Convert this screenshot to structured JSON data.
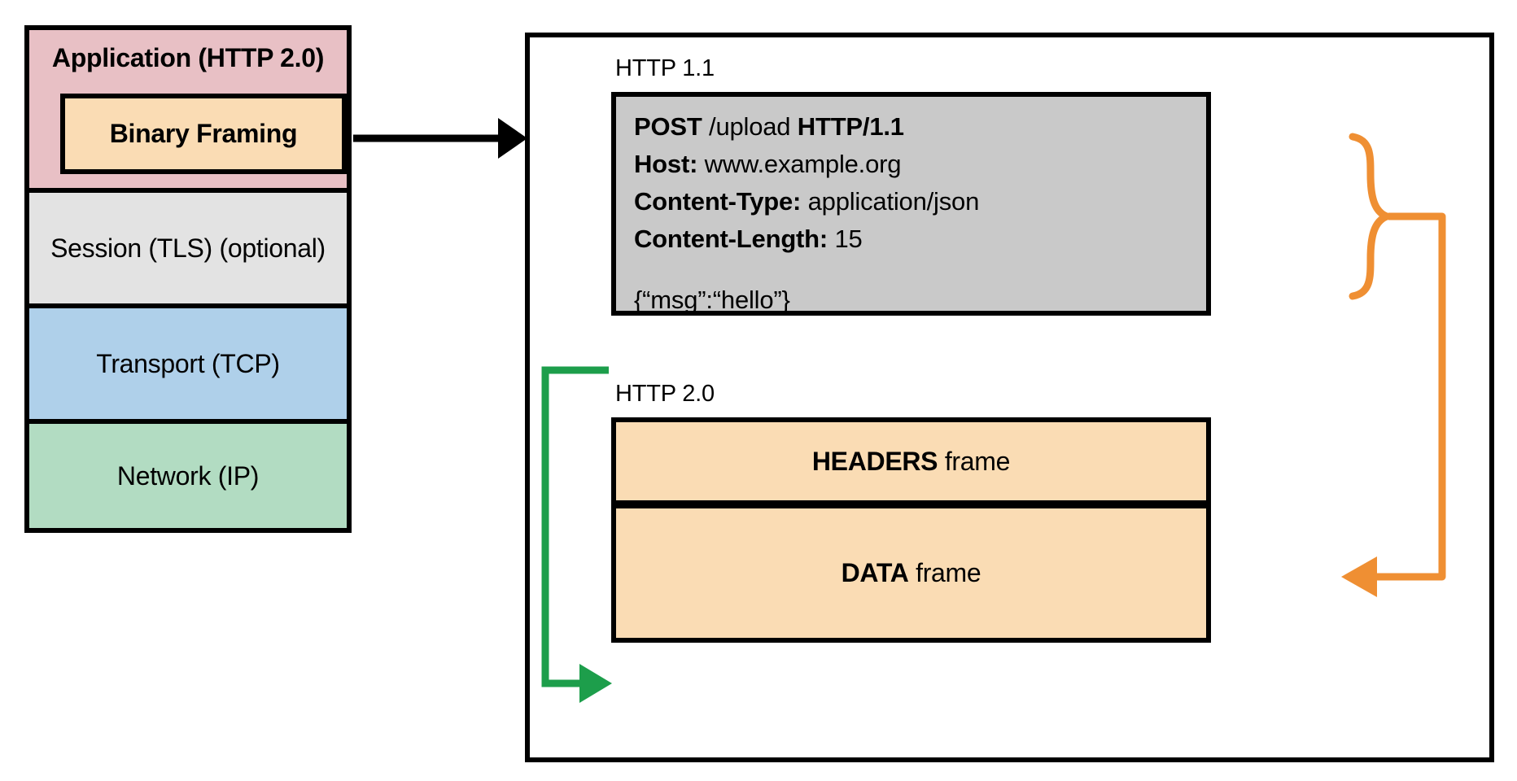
{
  "stack": {
    "layers": [
      {
        "id": "application",
        "label": "Application (HTTP 2.0)",
        "color": "#e8c0c5"
      },
      {
        "id": "binary-framing",
        "label": "Binary Framing",
        "color": "#fadcb4"
      },
      {
        "id": "session",
        "label": "Session (TLS) (optional)",
        "color": "#e3e3e3"
      },
      {
        "id": "transport",
        "label": "Transport (TCP)",
        "color": "#afd0ea"
      },
      {
        "id": "network",
        "label": "Network (IP)",
        "color": "#b2dcc2"
      }
    ]
  },
  "panel": {
    "http11": {
      "caption": "HTTP 1.1",
      "box_color": "#c9c9c9",
      "request_line": {
        "method": "POST",
        "path": "/upload",
        "version": "HTTP/1.1"
      },
      "headers": [
        {
          "name": "Host:",
          "value": "www.example.org"
        },
        {
          "name": "Content-Type:",
          "value": "application/json"
        },
        {
          "name": "Content-Length:",
          "value": "15"
        }
      ],
      "body": "{“msg”:“hello”}"
    },
    "http20": {
      "caption": "HTTP 2.0",
      "frames": [
        {
          "id": "headers-frame",
          "bold": "HEADERS",
          "rest": " frame",
          "color": "#fadcb4"
        },
        {
          "id": "data-frame",
          "bold": "DATA",
          "rest": " frame",
          "color": "#fadcb4"
        }
      ]
    }
  },
  "connectors": {
    "stack_to_panel": {
      "color": "#000000",
      "label": "stack-to-panel-arrow"
    },
    "headers_to_headers_frame": {
      "color": "#ef8f33",
      "label": "headers-mapping-arrow"
    },
    "body_to_data_frame": {
      "color": "#1d9e4b",
      "label": "body-mapping-arrow"
    }
  },
  "colors": {
    "outline": "#000000",
    "orange": "#ef8f33",
    "green": "#1d9e4b"
  }
}
